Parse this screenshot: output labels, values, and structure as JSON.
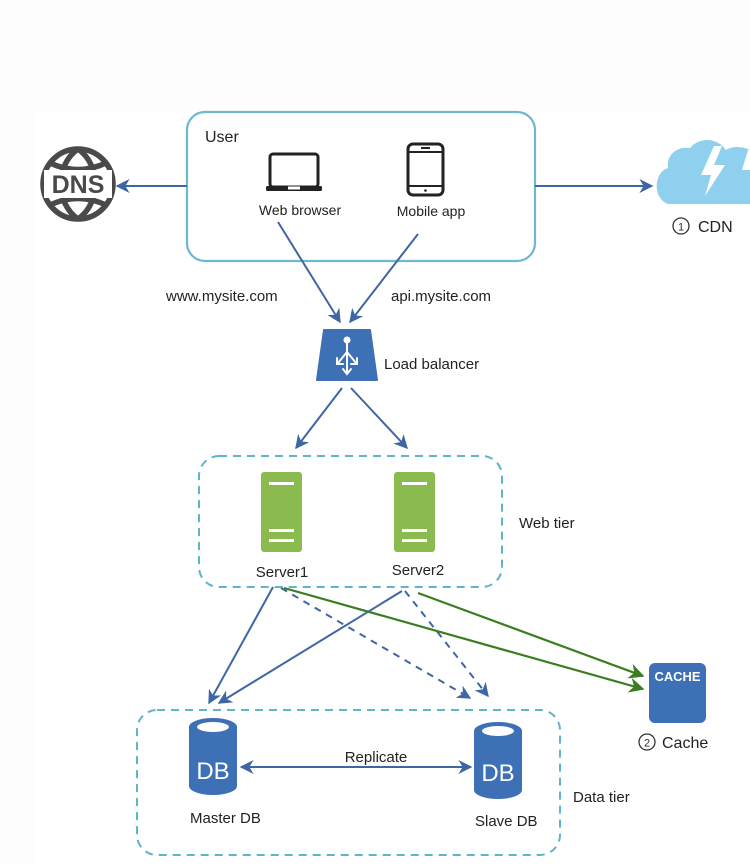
{
  "diagram": {
    "title": "System design: user, DNS, CDN, load balancer, web tier, data tier, cache",
    "colors": {
      "container_border": "#6fb6d3",
      "dashed_border": "#5fb3cc",
      "arrow_blue": "#3e66a4",
      "arrow_green": "#3d7d22",
      "icon_blue": "#3e70b6",
      "server_green": "#8bbb4e",
      "cdn_cloud": "#8fd0ef",
      "dns_gray": "#4a4a4a"
    },
    "user_box": {
      "label": "User",
      "web_browser": {
        "label": "Web browser",
        "icon": "laptop-icon"
      },
      "mobile_app": {
        "label": "Mobile app",
        "icon": "smartphone-icon"
      }
    },
    "dns": {
      "label": "DNS",
      "icon": "globe-icon"
    },
    "cdn": {
      "number": "1",
      "label": "CDN",
      "icon": "cloud-lightning-icon"
    },
    "domains": {
      "web": "www.mysite.com",
      "api": "api.mysite.com"
    },
    "load_balancer": {
      "label": "Load balancer",
      "icon": "load-balancer-icon"
    },
    "web_tier": {
      "label": "Web tier",
      "servers": [
        {
          "label": "Server1",
          "icon": "server-icon"
        },
        {
          "label": "Server2",
          "icon": "server-icon"
        }
      ]
    },
    "cache": {
      "number": "2",
      "label": "Cache",
      "icon_text": "CACHE"
    },
    "data_tier": {
      "label": "Data tier",
      "master": {
        "label": "Master DB",
        "icon_text": "DB"
      },
      "slave": {
        "label": "Slave DB",
        "icon_text": "DB"
      },
      "replication_label": "Replicate"
    },
    "connections": [
      {
        "from": "User",
        "to": "DNS",
        "style": "solid",
        "color": "blue"
      },
      {
        "from": "User",
        "to": "CDN",
        "style": "solid",
        "color": "blue"
      },
      {
        "from": "Web browser",
        "to": "Load balancer",
        "style": "solid",
        "color": "blue",
        "via": "www.mysite.com"
      },
      {
        "from": "Mobile app",
        "to": "Load balancer",
        "style": "solid",
        "color": "blue",
        "via": "api.mysite.com"
      },
      {
        "from": "Load balancer",
        "to": "Server1",
        "style": "solid",
        "color": "blue"
      },
      {
        "from": "Load balancer",
        "to": "Server2",
        "style": "solid",
        "color": "blue"
      },
      {
        "from": "Server1",
        "to": "Master DB",
        "style": "solid",
        "color": "blue"
      },
      {
        "from": "Server2",
        "to": "Master DB",
        "style": "solid",
        "color": "blue"
      },
      {
        "from": "Server1",
        "to": "Slave DB",
        "style": "dashed",
        "color": "blue"
      },
      {
        "from": "Server2",
        "to": "Slave DB",
        "style": "dashed",
        "color": "blue"
      },
      {
        "from": "Server1",
        "to": "Cache",
        "style": "solid",
        "color": "green"
      },
      {
        "from": "Server2",
        "to": "Cache",
        "style": "solid",
        "color": "green"
      },
      {
        "from": "Master DB",
        "to": "Slave DB",
        "style": "solid",
        "color": "blue",
        "bidirectional": true,
        "label": "Replicate"
      }
    ]
  }
}
